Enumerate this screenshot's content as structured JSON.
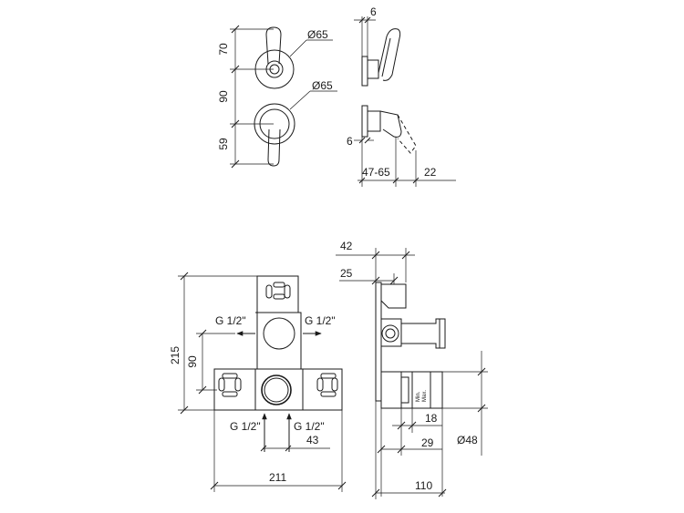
{
  "top_front_view": {
    "dim_upper_height": "70",
    "dim_middle_height": "90",
    "dim_lower_height": "59",
    "dim_upper_diameter": "Ø65",
    "dim_lower_diameter": "Ø65"
  },
  "top_side_view": {
    "dim_top_plate": "6",
    "dim_bottom_plate": "6",
    "dim_depth_range": "47-65",
    "dim_lever_offset": "22"
  },
  "bottom_front_view": {
    "dim_total_height": "215",
    "dim_port_spacing": "90",
    "dim_total_width": "211",
    "dim_lower_port_spacing": "43",
    "label_upper_left_port": "G 1/2\"",
    "label_upper_right_port": "G 1/2\"",
    "label_lower_left_port": "G 1/2\"",
    "label_lower_right_port": "G 1/2\""
  },
  "bottom_side_view": {
    "dim_top_offset": "42",
    "dim_second_offset": "25",
    "dim_inner_18": "18",
    "dim_inner_29": "29",
    "dim_diameter": "Ø48",
    "dim_total_depth": "110",
    "label_min": "Min.",
    "label_max": "Max."
  }
}
